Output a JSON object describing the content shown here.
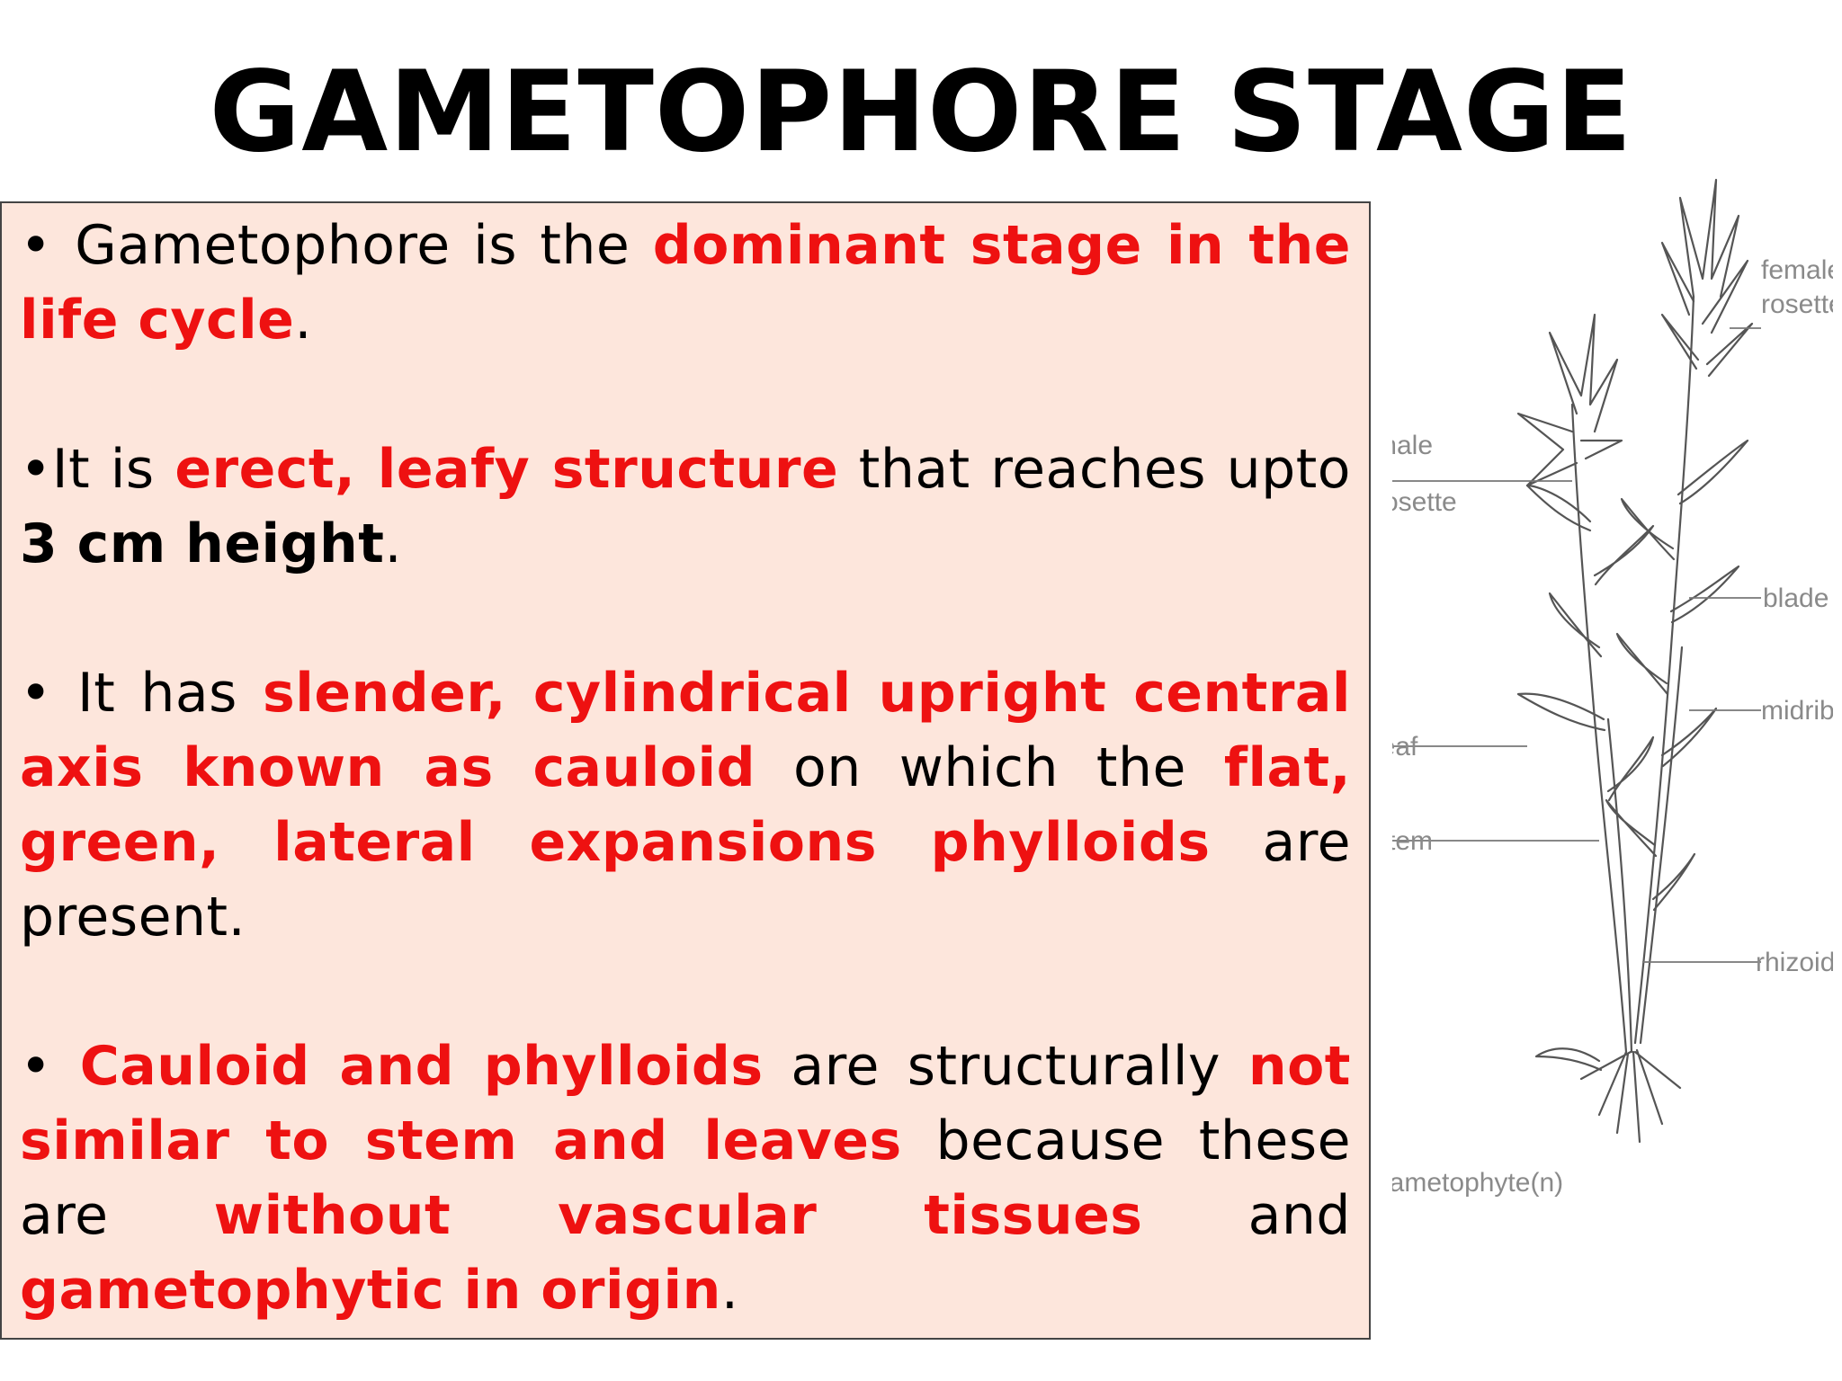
{
  "title": "GAMETOPHORE STAGE",
  "bullets": [
    {
      "parts": [
        {
          "text": "• Gametophore is the ",
          "style": "normal"
        },
        {
          "text": "dominant stage in the life cycle",
          "style": "red"
        },
        {
          "text": ".",
          "style": "normal"
        }
      ]
    },
    {
      "parts": [
        {
          "text": "•It is ",
          "style": "normal"
        },
        {
          "text": "erect, leafy structure",
          "style": "red"
        },
        {
          "text": " that reaches upto ",
          "style": "normal"
        },
        {
          "text": "3 cm height",
          "style": "bold"
        },
        {
          "text": ".",
          "style": "normal"
        }
      ]
    },
    {
      "parts": [
        {
          "text": "• It has ",
          "style": "normal"
        },
        {
          "text": "slender, cylindrical upright central axis known as cauloid",
          "style": "red"
        },
        {
          "text": " on which the ",
          "style": "normal"
        },
        {
          "text": "flat, green, lateral expansions phylloids",
          "style": "red"
        },
        {
          "text": " are present.",
          "style": "normal"
        }
      ]
    },
    {
      "parts": [
        {
          "text": "• ",
          "style": "normal"
        },
        {
          "text": "Cauloid and phylloids",
          "style": "red"
        },
        {
          "text": " are structurally ",
          "style": "normal"
        },
        {
          "text": "not similar to stem and leaves",
          "style": "red"
        },
        {
          "text": " because these are ",
          "style": "normal"
        },
        {
          "text": "without vascular tissues",
          "style": "red"
        },
        {
          "text": " and ",
          "style": "normal"
        },
        {
          "text": "gametophytic in origin",
          "style": "red"
        },
        {
          "text": ".",
          "style": "normal"
        }
      ]
    }
  ],
  "diagram": {
    "labels": {
      "female_rosette_1": "female",
      "female_rosette_2": "rosette",
      "male_rosette_1": "male",
      "male_rosette_2": "rosette",
      "blade": "blade",
      "midrib": "midrib",
      "leaf": "leaf",
      "stem": "stem",
      "rhizoids": "rhizoids",
      "gametophyte": "gametophyte(n)"
    }
  }
}
